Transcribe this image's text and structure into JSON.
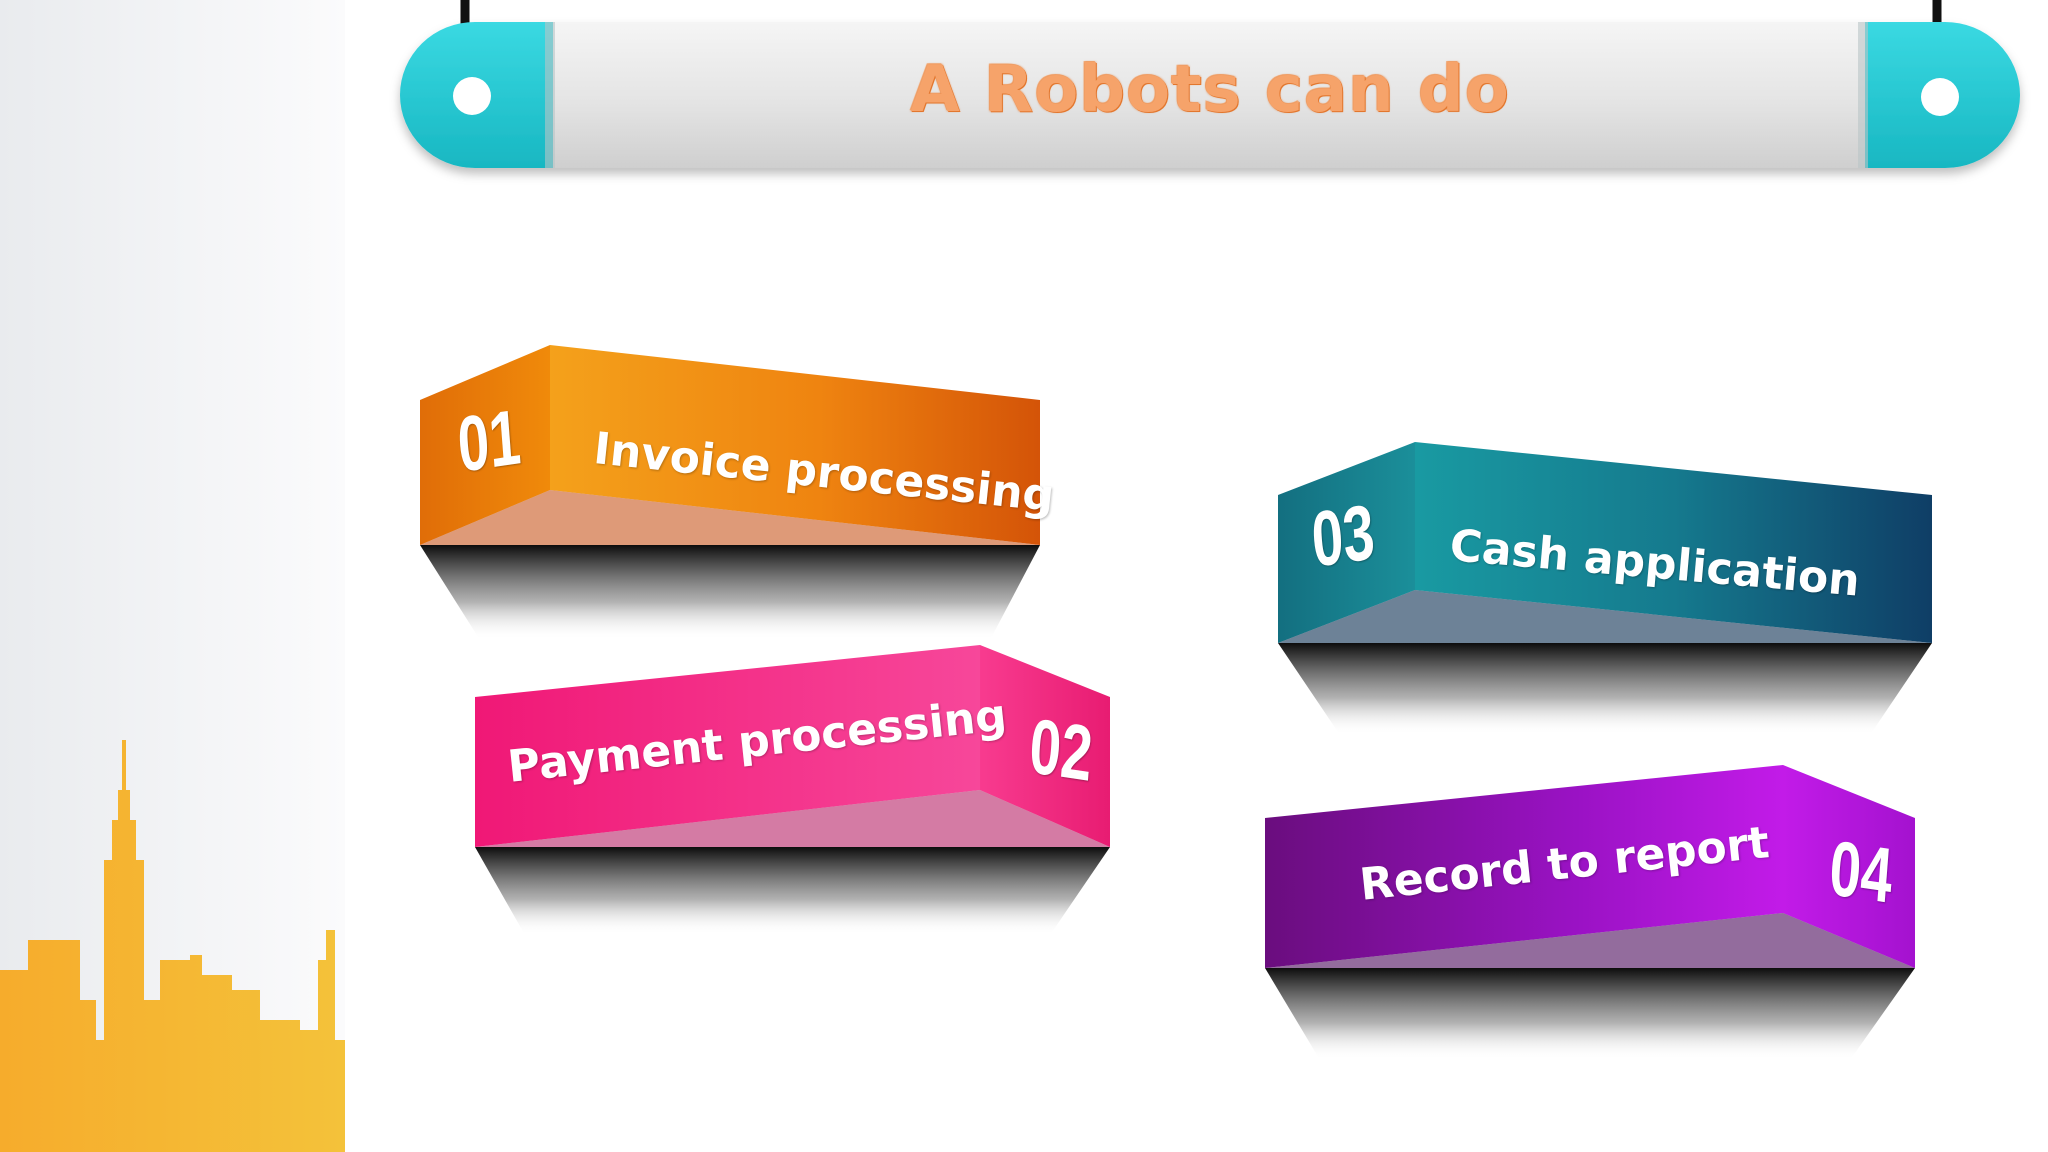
{
  "title": "A Robots can do",
  "items": [
    {
      "number": "01",
      "label": "Invoice processing"
    },
    {
      "number": "02",
      "label": "Payment processing"
    },
    {
      "number": "03",
      "label": "Cash application"
    },
    {
      "number": "04",
      "label": "Record to report"
    }
  ],
  "colors": {
    "title_text": "#f6a36a",
    "banner_caps": "#22ccd6",
    "skyline": "#f3b326",
    "item_01": "#f08a0a",
    "item_02": "#f21f7a",
    "item_03": "#1a8b9a",
    "item_04": "#9a12c4"
  },
  "icons": {
    "skyline": "city-skyline-icon",
    "banner_hole_left": "circle-icon",
    "banner_hole_right": "circle-icon"
  }
}
